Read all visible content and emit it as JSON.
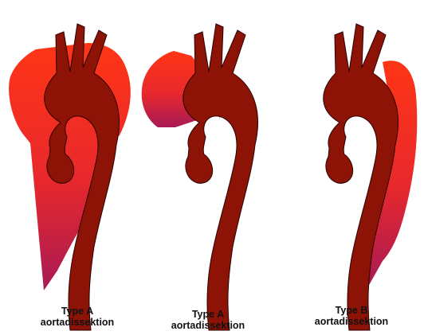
{
  "colors": {
    "aorta_fill": "#8c1306",
    "aorta_stroke": "#2a0200",
    "false_lumen_top": "#ff3516",
    "false_lumen_bottom": "#a81a55",
    "background": "#ffffff"
  },
  "panels": [
    {
      "type_label": "Type A",
      "term": "aortadissektion"
    },
    {
      "type_label": "Type A",
      "term": "aortadissektion"
    },
    {
      "type_label": "Type B",
      "term": "aortadissektion"
    }
  ]
}
